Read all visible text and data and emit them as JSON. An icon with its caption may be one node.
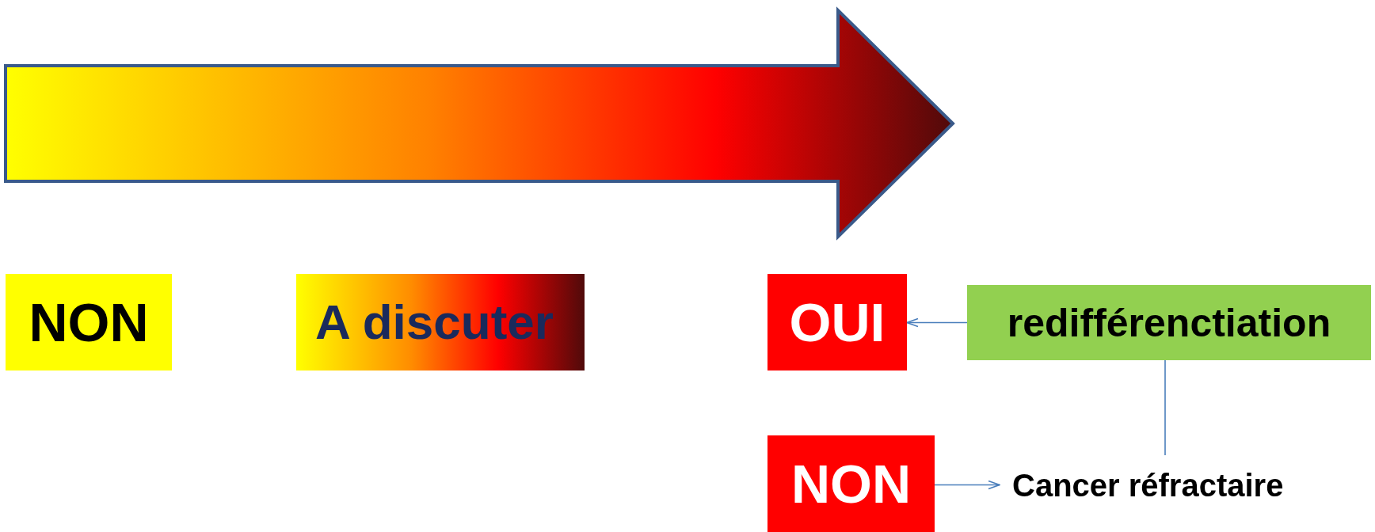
{
  "diagram": {
    "nodes": [
      {
        "text": [
          "NON"
        ]
      },
      {
        "text": [
          "A discuter"
        ]
      },
      {
        "text": [
          "OUI"
        ]
      },
      {
        "text": [
          "redifférenctiation"
        ]
      },
      {
        "text": [
          "NON"
        ]
      },
      {
        "text": [
          "Cancer réfractaire"
        ]
      }
    ],
    "edges": [
      {
        "from": 3,
        "to": 2,
        "arrow": "to"
      },
      {
        "from": 3,
        "to": 5,
        "arrow": "none"
      },
      {
        "from": 4,
        "to": 5,
        "arrow": "to"
      }
    ]
  }
}
